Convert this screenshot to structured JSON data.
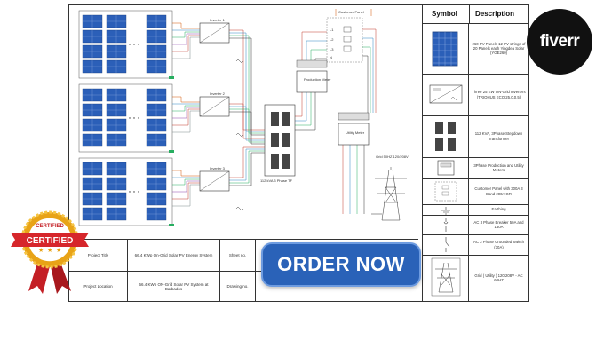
{
  "headers": {
    "symbol": "Symbol",
    "description": "Description"
  },
  "customer_panel_label": "Customer Panel",
  "production_meter_label": "Production Meter",
  "utility_meter_label": "Utility Meter",
  "transformer_label": "112 kVA 3 Phase TF",
  "grid_label": "Grid 50HZ 120/208V",
  "inverters": [
    "Inverter 1",
    "Inverter 2",
    "Inverter 3"
  ],
  "bus_labels": [
    "L1",
    "L2",
    "L3",
    "N"
  ],
  "legend": [
    "260 PV Panels 12 PV strings of 20 Panels each Yingdea Solar (YGE260)",
    "Three 25 KW ON-Grid Inverters (TRIOHUS ECO 25.0.0.5)",
    "112 KVA, 3Phase Stepdown Transformer",
    "3Phase Production and Utility Meters",
    "Customer Panel with 300A 3 Band 200A GR",
    "Earthing",
    "AC 3 Phase Breaker 50A and 150A",
    "AC 3 Phase Grounded Switch (30A)",
    "Grid ( Utility ) 120/208V - AC 60HZ"
  ],
  "title_block": {
    "project_title_label": "Project Title",
    "project_title_value": "66.4 KWp On-Grid Solar PV Energy System",
    "project_location_label": "Project Location",
    "project_location_value": "66.4 KWp ON-Grid Solar PV System at Barbados",
    "sheet_no_label": "Sheet no.",
    "drawing_no_label": "Drawing no."
  },
  "fiverr_logo": "fiverr",
  "order_button": "ORDER NOW",
  "certified_badge": {
    "top": "CERTIFIED",
    "ribbon": "CERTIFIED"
  },
  "colors": {
    "brand_blue": "#2a62b8",
    "badge_red": "#d6262b",
    "badge_gold": "#e8a317",
    "panel_blue": "#2b5fb8"
  }
}
